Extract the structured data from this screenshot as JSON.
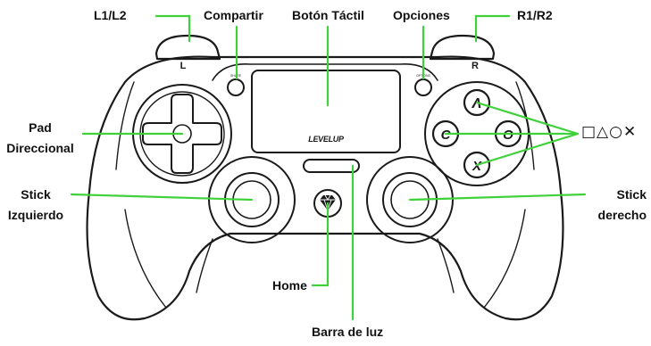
{
  "diagram": {
    "labels": {
      "l1l2": "L1/L2",
      "compartir": "Compartir",
      "boton_tactil": "Botón Táctil",
      "opciones": "Opciones",
      "r1r2": "R1/R2",
      "pad_line1": "Pad",
      "pad_line2": "Direccional",
      "stick_izq_line1": "Stick",
      "stick_izq_line2": "Izquierdo",
      "stick_der_line1": "Stick",
      "stick_der_line2": "derecho",
      "face_symbols": "□△○✕",
      "home": "Home",
      "barra_de_luz": "Barra de luz"
    },
    "controller_marks": {
      "left_bumper": "L",
      "right_bumper": "R",
      "share_mark": "SHARE",
      "options_mark": "OPTIONS",
      "brand_logo": "LEVELUP",
      "button_top": "Λ",
      "button_left": "C",
      "button_right": "O",
      "button_bottom": "X"
    },
    "colors": {
      "callout_line": "#3fd13a",
      "outline": "#1a1a1a",
      "background": "#ffffff"
    }
  }
}
